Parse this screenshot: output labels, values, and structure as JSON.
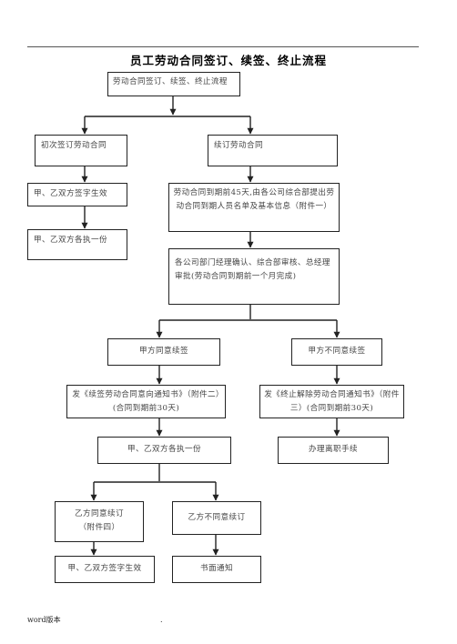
{
  "title": "员工劳动合同签订、续签、终止流程",
  "nodes": {
    "root": "劳动合同签订、续签、终止流程",
    "first_sign": "初次签订劳动合同",
    "renew": "续订劳动合同",
    "both_sign_1": "甲、乙双方签字生效",
    "both_hold_1": "甲、乙双方各执一份",
    "notice_45": "劳动合同到期前45天,由各公司综合部提出劳动合同到期人员名单及基本信息（附件一）",
    "approval": "各公司部门经理确认、综合部审核、总经理审批(劳动合同到期前一个月完成)",
    "a_agree": "甲方同意续签",
    "a_disagree": "甲方不同意续签",
    "send_renew": "发《续签劳动合同意向通知书》（附件二）(合同到期前30天)",
    "send_terminate": "发《终止解除劳动合同通知书》（附件三）(合同到期前30天)",
    "both_hold_2": "甲、乙双方各执一份",
    "resign": "办理离职手续",
    "b_agree": "乙方同意续订（附件四）",
    "b_disagree": "乙方不同意续订",
    "both_sign_2": "甲、乙双方签字生效",
    "written_notice": "书面通知"
  },
  "footer": {
    "text": "word版本",
    "dot": "."
  },
  "colors": {
    "border": "#222222",
    "line": "#222222",
    "text": "#444444"
  }
}
